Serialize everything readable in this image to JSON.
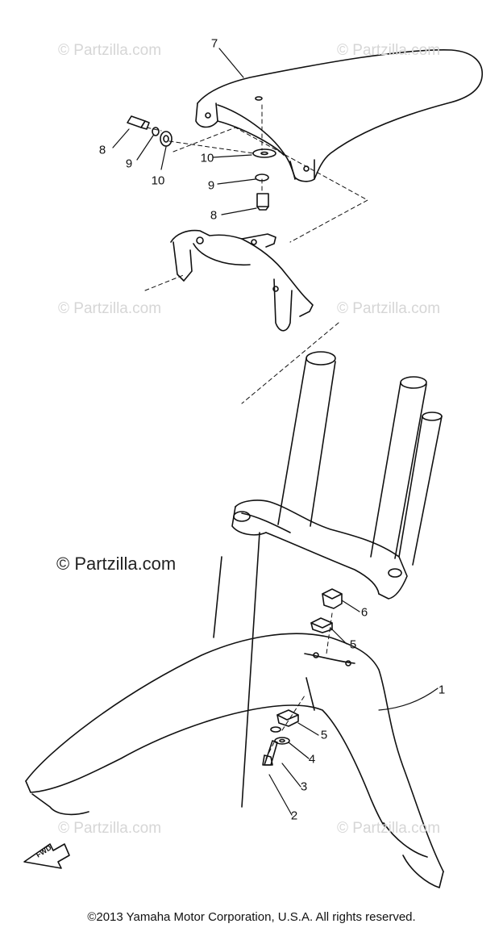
{
  "watermarks": [
    "© Partzilla.com",
    "© Partzilla.com",
    "© Partzilla.com",
    "© Partzilla.com",
    "© Partzilla.com",
    "© Partzilla.com"
  ],
  "main_watermark": "© Partzilla.com",
  "copyright": "©2013 Yamaha Motor Corporation, U.S.A. All rights reserved.",
  "fwd_label": "FWD",
  "callouts": [
    "7",
    "8",
    "9",
    "10",
    "10",
    "9",
    "8",
    "6",
    "5",
    "1",
    "5",
    "4",
    "3",
    "2"
  ]
}
